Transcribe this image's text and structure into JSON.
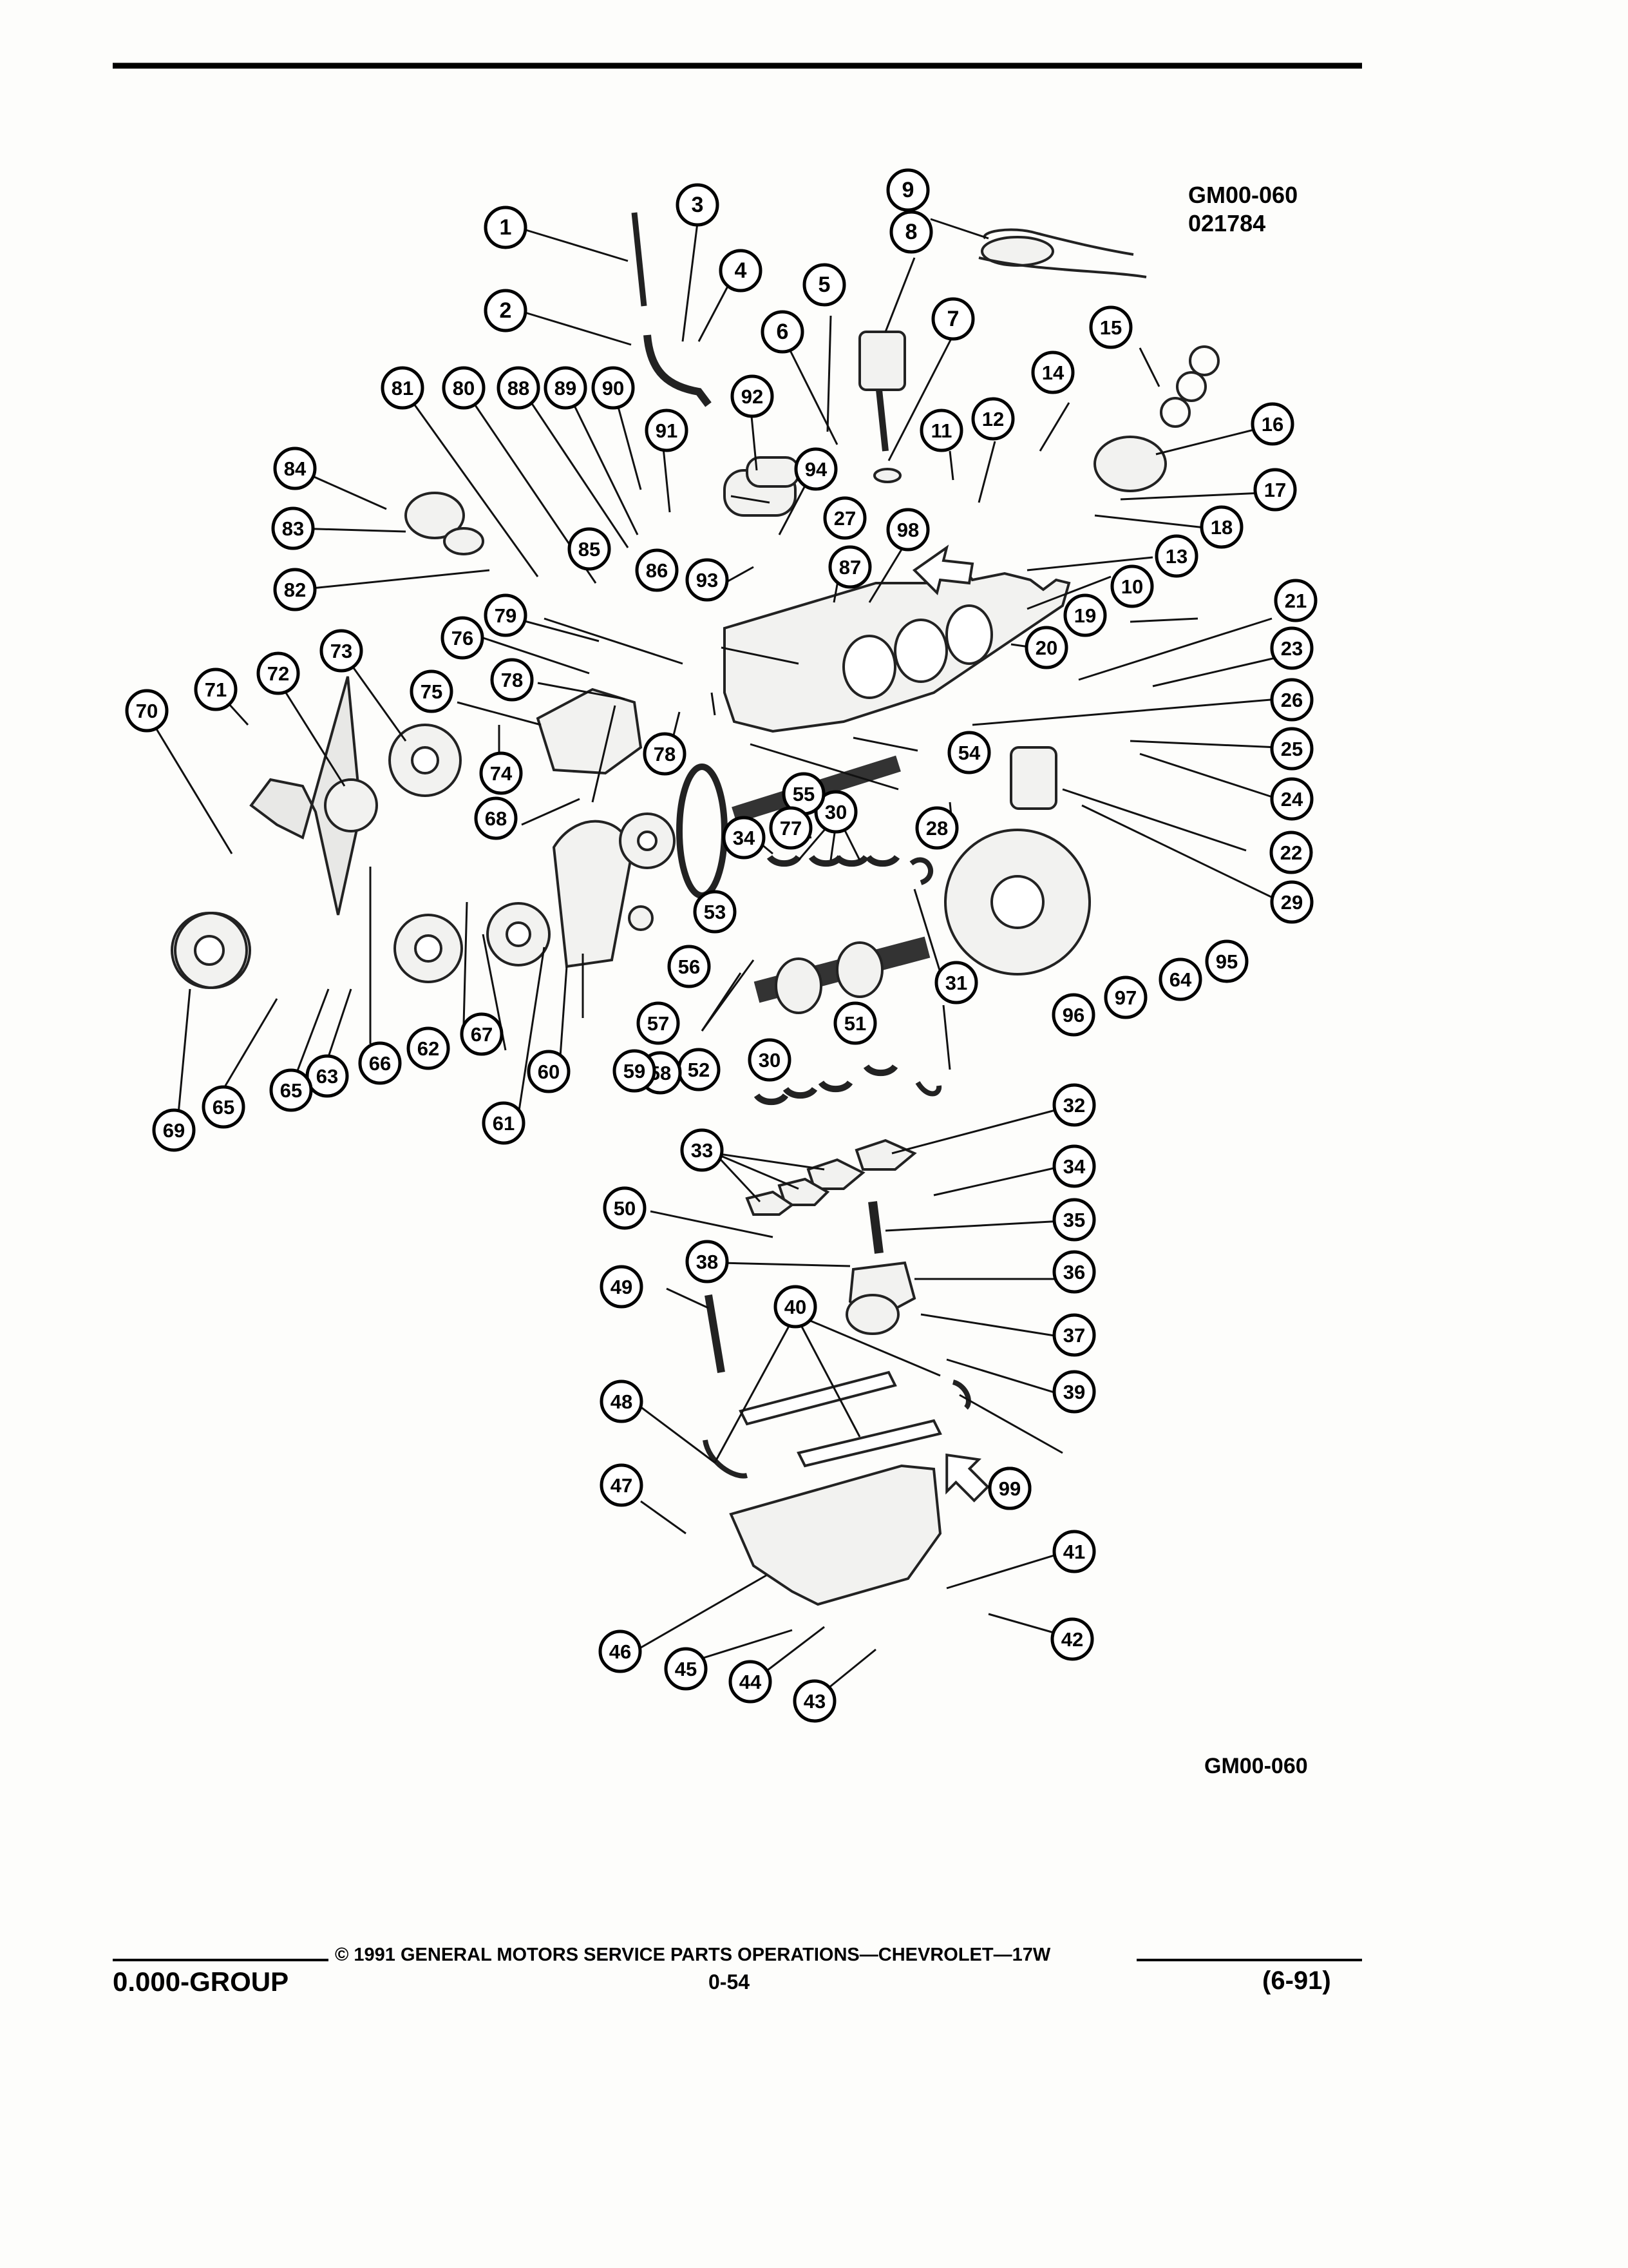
{
  "header": {
    "ref_code": "GM00-060",
    "ref_number": "021784"
  },
  "caption": "GM00-060",
  "footer": {
    "copyright": "© 1991 GENERAL MOTORS SERVICE PARTS OPERATIONS—CHEVROLET—17W",
    "group": "0.000-GROUP",
    "page_number": "0-54",
    "revision": "(6-91)"
  },
  "callouts": [
    "1",
    "2",
    "3",
    "4",
    "5",
    "6",
    "7",
    "8",
    "9",
    "10",
    "11",
    "12",
    "13",
    "14",
    "15",
    "16",
    "17",
    "18",
    "19",
    "20",
    "21",
    "22",
    "23",
    "24",
    "25",
    "26",
    "27",
    "28",
    "29",
    "30",
    "30",
    "31",
    "32",
    "33",
    "34",
    "34",
    "35",
    "36",
    "37",
    "38",
    "39",
    "40",
    "41",
    "42",
    "43",
    "44",
    "45",
    "46",
    "47",
    "48",
    "49",
    "50",
    "51",
    "52",
    "53",
    "54",
    "55",
    "56",
    "57",
    "58",
    "59",
    "60",
    "61",
    "62",
    "63",
    "64",
    "65",
    "65",
    "66",
    "67",
    "68",
    "69",
    "70",
    "71",
    "72",
    "73",
    "74",
    "75",
    "76",
    "77",
    "78",
    "78",
    "79",
    "80",
    "81",
    "82",
    "83",
    "84",
    "85",
    "86",
    "87",
    "88",
    "89",
    "90",
    "91",
    "92",
    "93",
    "94",
    "95",
    "96",
    "97",
    "98",
    "99",
    "99"
  ]
}
